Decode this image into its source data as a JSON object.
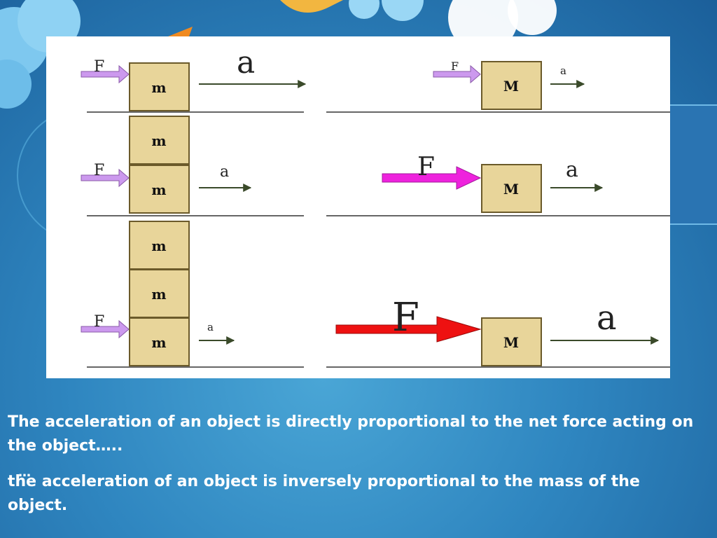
{
  "figure": {
    "mass_small_label": "m",
    "mass_large_label": "M",
    "force_label": "F",
    "accel_label": "a"
  },
  "captions": {
    "line1": "The acceleration of an object is directly proportional to the net force acting on  the object…..",
    "line2": "the acceleration of an object is inversely proportional to the mass of the object.",
    "dots": "…"
  },
  "colors": {
    "block_fill": "#e8d59a",
    "block_stroke": "#6b5a2a",
    "arrow_small": "#cc99ee",
    "arrow_medium": "#ee22dd",
    "arrow_large": "#ee1111",
    "accel_arrow": "#3a4a2a"
  }
}
